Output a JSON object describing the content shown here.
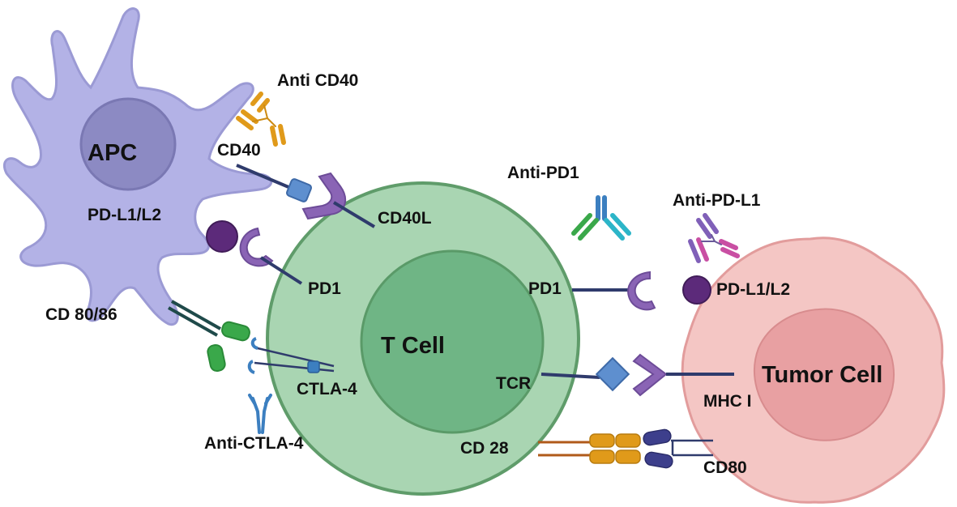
{
  "labels": {
    "apc": "APC",
    "t_cell": "T Cell",
    "tumor_cell": "Tumor Cell",
    "anti_cd40": "Anti CD40",
    "cd40": "CD40",
    "cd40l": "CD40L",
    "pd_l1_l2_apc": "PD-L1/L2",
    "pd1_left": "PD1",
    "cd80_86": "CD 80/86",
    "ctla4": "CTLA-4",
    "anti_ctla4": "Anti-CTLA-4",
    "anti_pd1": "Anti-PD1",
    "anti_pd_l1": "Anti-PD-L1",
    "pd1_right": "PD1",
    "pd_l1_l2_tumor": "PD-L1/L2",
    "tcr": "TCR",
    "mhc_i": "MHC I",
    "cd28": "CD 28",
    "cd80": "CD80"
  },
  "colors": {
    "apc_fill": "#b3b2e6",
    "apc_nucleus": "#8c8ac3",
    "t_cell_outer": "#a9d5b2",
    "t_cell_inner": "#6fb585",
    "t_cell_stroke": "#5f9c6a",
    "tumor_fill": "#f4c6c4",
    "tumor_nucleus": "#e8a0a2",
    "receptor_purple": "#8a64b5",
    "ligand_ball": "#5c2a7a",
    "tcr_diamond": "#5e8fcf",
    "antibody_orange": "#e09a1a",
    "antibody_blue": "#3c7fc0",
    "antibody_green": "#3aa84a",
    "antibody_magenta": "#c94fa3",
    "antibody_purple": "#8060b8",
    "line_navy": "#2f3b6c",
    "line_brown": "#b05a1a"
  }
}
